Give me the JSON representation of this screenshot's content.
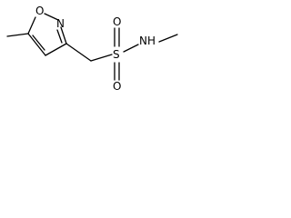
{
  "molecule": {
    "atoms": {
      "ring_oxygen": "O",
      "ring_nitrogen": "N",
      "sulfur": "S",
      "sulfonyl_oxygen_top": "O",
      "sulfonyl_oxygen_bottom": "O",
      "amine_nitrogen": "NH"
    }
  }
}
